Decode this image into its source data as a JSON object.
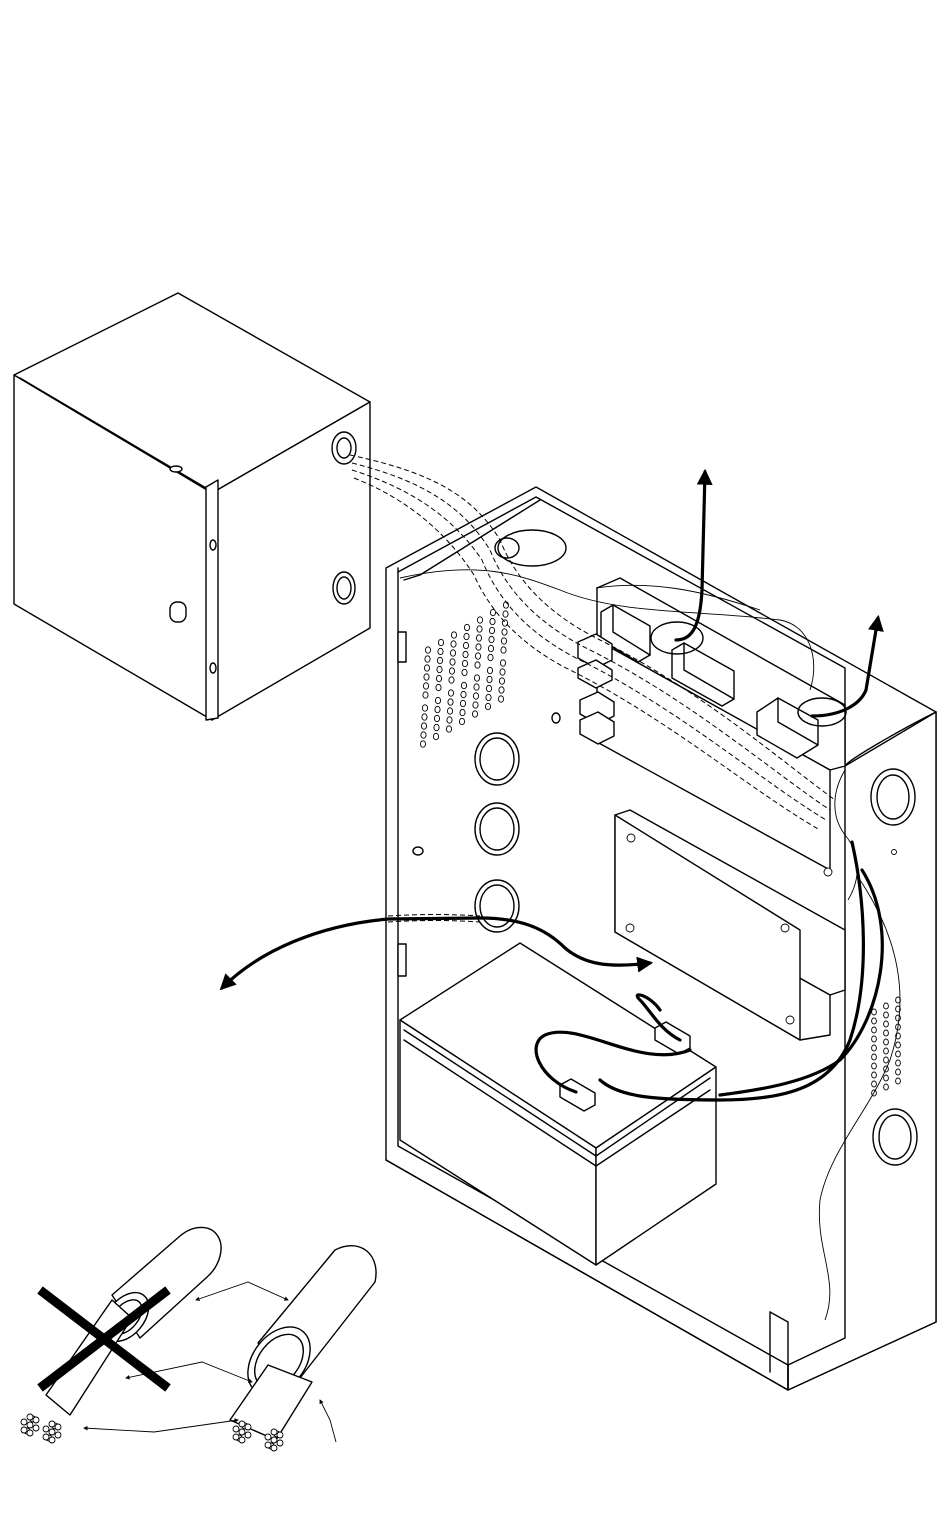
{
  "figure": {
    "components": [
      "expansion-enclosure",
      "main-enclosure",
      "control-board",
      "terminal-block-left",
      "terminal-block-right",
      "terminal-block-side",
      "secondary-board",
      "battery",
      "cable-ok",
      "cable-not-ok"
    ],
    "colors": {
      "line": "#000000",
      "background": "#ffffff"
    }
  }
}
